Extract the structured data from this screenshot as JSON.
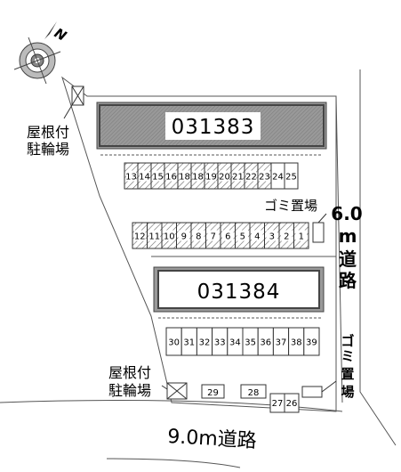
{
  "compass": {
    "label": "N",
    "icon": "compass-icon"
  },
  "buildings": [
    {
      "id": "031383"
    },
    {
      "id": "031384"
    }
  ],
  "parking_rows": [
    {
      "spaces": [
        "13",
        "14",
        "15",
        "16",
        "18",
        "18",
        "19",
        "20",
        "21",
        "22",
        "23",
        "24",
        "25"
      ],
      "hatched_count": 11
    },
    {
      "spaces": [
        "12",
        "11",
        "10",
        "9",
        "8",
        "7",
        "6",
        "5",
        "4",
        "3",
        "2",
        "1"
      ],
      "hatched_count": 12
    },
    {
      "spaces": [
        "30",
        "31",
        "32",
        "33",
        "34",
        "35",
        "36",
        "37",
        "38",
        "39"
      ],
      "hatched_count": 0
    }
  ],
  "bottom_spaces": [
    "29",
    "28",
    "27",
    "26"
  ],
  "labels": {
    "roof_parking_top": [
      "屋根付",
      "駐輪場"
    ],
    "roof_parking_bottom": [
      "屋根付",
      "駐輪場"
    ],
    "garbage_mid": "ゴミ置場",
    "garbage_right": [
      "ゴ",
      "ミ",
      "置",
      "場"
    ],
    "road_east": [
      "6.0",
      "m",
      "道",
      "路"
    ],
    "road_south": "9.0m道路"
  },
  "colors": {
    "line": "#333333",
    "hatch": "#666666",
    "building_border": "#444444"
  }
}
